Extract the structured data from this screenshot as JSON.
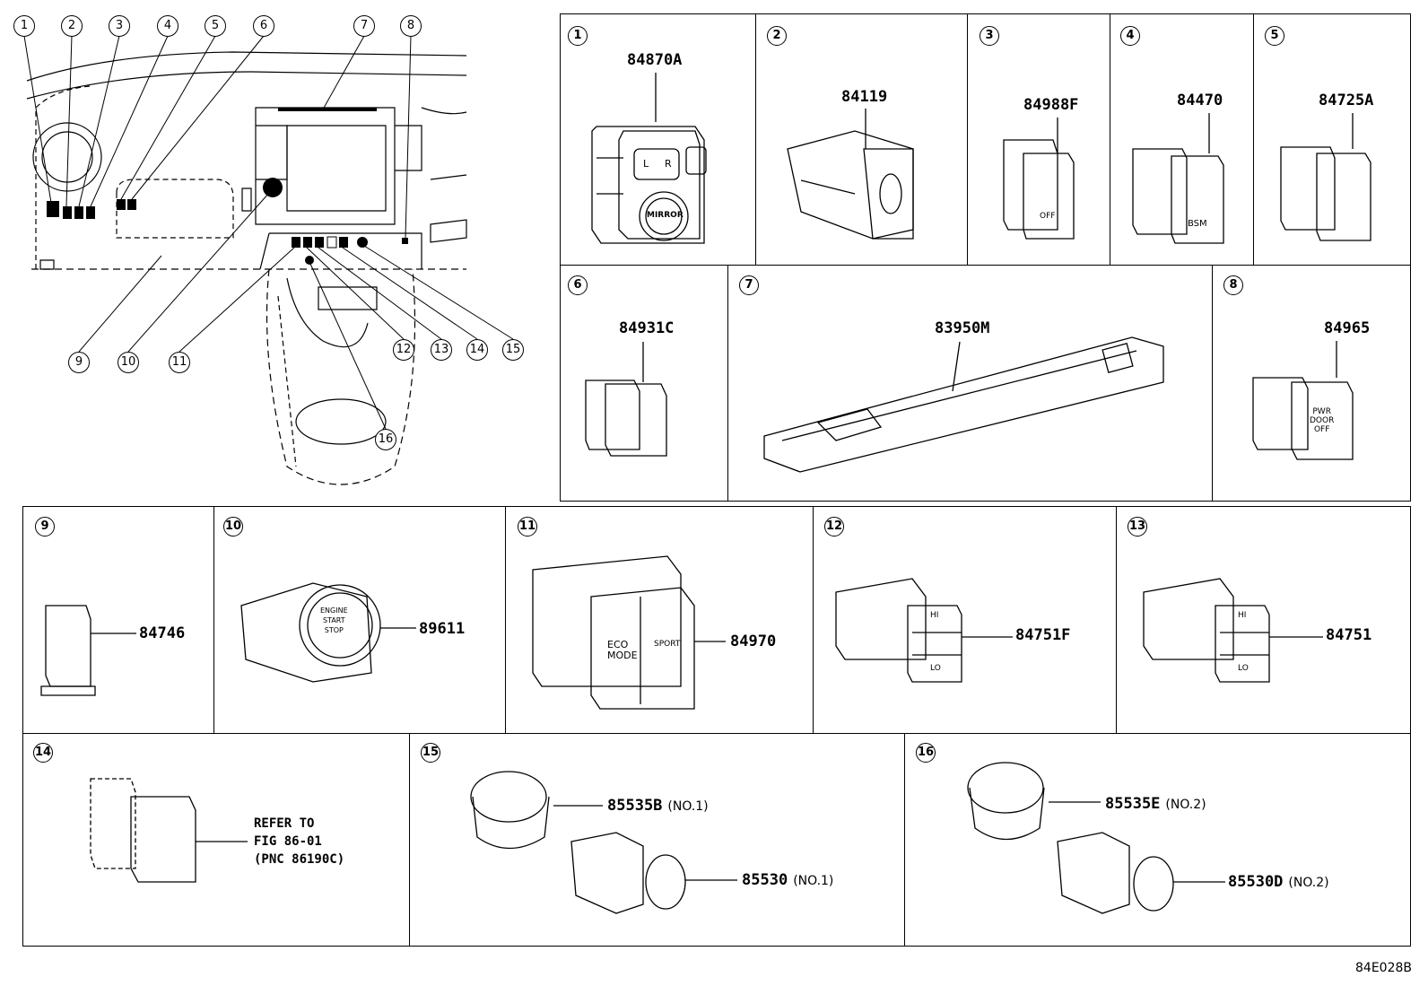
{
  "diagram_code": "84E028B",
  "overview_callouts": [
    "1",
    "2",
    "3",
    "4",
    "5",
    "6",
    "7",
    "8",
    "9",
    "10",
    "11",
    "12",
    "13",
    "14",
    "15",
    "16"
  ],
  "cells": [
    {
      "num": "1",
      "parts": [
        {
          "pn": "84870A",
          "sub": ""
        }
      ]
    },
    {
      "num": "2",
      "parts": [
        {
          "pn": "84119",
          "sub": ""
        }
      ]
    },
    {
      "num": "3",
      "parts": [
        {
          "pn": "84988F",
          "sub": ""
        }
      ]
    },
    {
      "num": "4",
      "parts": [
        {
          "pn": "84470",
          "sub": ""
        }
      ]
    },
    {
      "num": "5",
      "parts": [
        {
          "pn": "84725A",
          "sub": ""
        }
      ]
    },
    {
      "num": "6",
      "parts": [
        {
          "pn": "84931C",
          "sub": ""
        }
      ]
    },
    {
      "num": "7",
      "parts": [
        {
          "pn": "83950M",
          "sub": ""
        }
      ]
    },
    {
      "num": "8",
      "parts": [
        {
          "pn": "84965",
          "sub": ""
        }
      ]
    },
    {
      "num": "9",
      "parts": [
        {
          "pn": "84746",
          "sub": ""
        }
      ]
    },
    {
      "num": "10",
      "parts": [
        {
          "pn": "89611",
          "sub": ""
        }
      ]
    },
    {
      "num": "11",
      "parts": [
        {
          "pn": "84970",
          "sub": ""
        }
      ]
    },
    {
      "num": "12",
      "parts": [
        {
          "pn": "84751F",
          "sub": ""
        }
      ]
    },
    {
      "num": "13",
      "parts": [
        {
          "pn": "84751",
          "sub": ""
        }
      ]
    },
    {
      "num": "14",
      "parts": [],
      "refer": "REFER TO\nFIG 86-01\n(PNC 86190C)"
    },
    {
      "num": "15",
      "parts": [
        {
          "pn": "85535B",
          "sub": "(NO.1)"
        },
        {
          "pn": "85530",
          "sub": "(NO.1)"
        }
      ]
    },
    {
      "num": "16",
      "parts": [
        {
          "pn": "85535E",
          "sub": "(NO.2)"
        },
        {
          "pn": "85530D",
          "sub": "(NO.2)"
        }
      ]
    }
  ],
  "switch_text": {
    "mirror": "MIRROR",
    "l": "L",
    "r": "R",
    "off": "OFF",
    "bsm": "BSM",
    "pwr_door_off": "PWR\nDOOR\nOFF",
    "engine_start_stop": "ENGINE\nSTART\nSTOP",
    "eco_mode": "ECO\nMODE",
    "sport": "SPORT",
    "hi": "HI",
    "lo": "LO"
  }
}
